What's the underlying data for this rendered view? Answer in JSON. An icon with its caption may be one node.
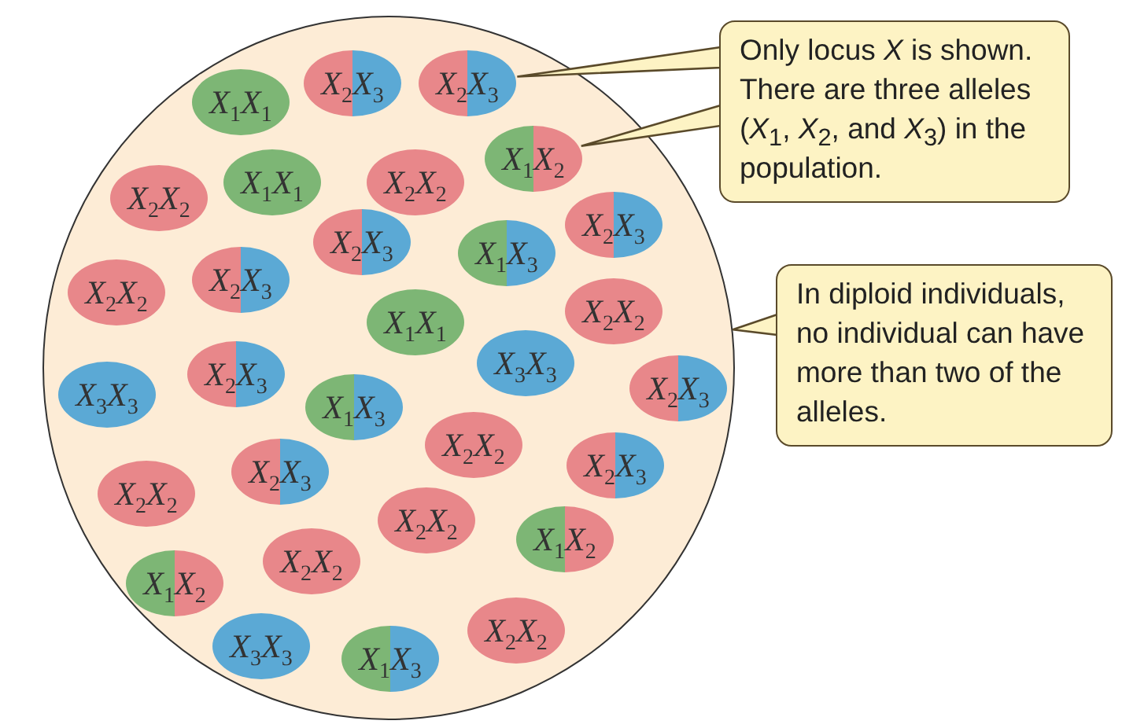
{
  "diagram": {
    "nodes": [
      {
        "text": [],
        "shape": "circle"
      },
      {
        "text": [
          "*X*$_{1}$*X*$_{1}$"
        ],
        "in": 0
      },
      {
        "text": [
          "*X*$_{2}$*X*$_{3}$"
        ],
        "in": 0
      },
      {
        "text": [
          "*X*$_{2}$*X*$_{3}$"
        ],
        "in": 0
      },
      {
        "text": [
          "*X*$_{1}$*X*$_{2}$"
        ],
        "in": 0
      },
      {
        "text": [
          "*X*$_{2}$*X*$_{2}$"
        ],
        "in": 0
      },
      {
        "text": [
          "*X*$_{1}$*X*$_{1}$"
        ],
        "in": 0
      },
      {
        "text": [
          "*X*$_{2}$*X*$_{2}$"
        ],
        "in": 0
      },
      {
        "text": [
          "*X*$_{2}$*X*$_{3}$"
        ],
        "in": 0
      },
      {
        "text": [
          "*X*$_{1}$*X*$_{3}$"
        ],
        "in": 0
      },
      {
        "text": [
          "*X*$_{2}$*X*$_{3}$"
        ],
        "in": 0
      },
      {
        "text": [
          "*X*$_{2}$*X*$_{2}$"
        ],
        "in": 0
      },
      {
        "text": [
          "*X*$_{2}$*X*$_{3}$"
        ],
        "in": 0
      },
      {
        "text": [
          "*X*$_{1}$*X*$_{1}$"
        ],
        "in": 0
      },
      {
        "text": [
          "*X*$_{2}$*X*$_{2}$"
        ],
        "in": 0
      },
      {
        "text": [
          "*X*$_{3}$*X*$_{3}$"
        ],
        "in": 0
      },
      {
        "text": [
          "*X*$_{2}$*X*$_{3}$"
        ],
        "in": 0
      },
      {
        "text": [
          "*X*$_{1}$*X*$_{3}$"
        ],
        "in": 0
      },
      {
        "text": [
          "*X*$_{3}$*X*$_{3}$"
        ],
        "in": 0
      },
      {
        "text": [
          "*X*$_{2}$*X*$_{3}$"
        ],
        "in": 0
      },
      {
        "text": [
          "*X*$_{2}$*X*$_{2}$"
        ],
        "in": 0
      },
      {
        "text": [
          "*X*$_{2}$*X*$_{2}$"
        ],
        "in": 0
      },
      {
        "text": [
          "*X*$_{2}$*X*$_{3}$"
        ],
        "in": 0
      },
      {
        "text": [
          "*X*$_{2}$*X*$_{3}$"
        ],
        "in": 0
      },
      {
        "text": [
          "*X*$_{2}$*X*$_{2}$"
        ],
        "in": 0
      },
      {
        "text": [
          "*X*$_{1}$*X*$_{2}$"
        ],
        "in": 0
      },
      {
        "text": [
          "*X*$_{1}$*X*$_{2}$"
        ],
        "in": 0
      },
      {
        "text": [
          "*X*$_{2}$*X*$_{2}$"
        ],
        "in": 0
      },
      {
        "text": [
          "*X*$_{3}$*X*$_{3}$"
        ],
        "in": 0
      },
      {
        "text": [
          "*X*$_{1}$*X*$_{3}$"
        ],
        "in": 0
      },
      {
        "text": [
          "*X*$_{2}$*X*$_{2}$"
        ],
        "in": 0
      },
      {
        "text": [
          "Only locus *X* is shown. There are three alleles (*X*$_{1}$, *X*$_{2}$, and *X*$_{3}$) in the population."
        ]
      },
      {
        "text": [
          "In diploid individuals, no individual can have more than two of the alleles."
        ]
      }
    ],
    "edges": [
      {
        "from": 31,
        "to": 3,
        "arrow": "none"
      },
      {
        "from": 31,
        "to": 4,
        "arrow": "none"
      },
      {
        "from": 32,
        "to": 0,
        "arrow": "none"
      }
    ]
  }
}
